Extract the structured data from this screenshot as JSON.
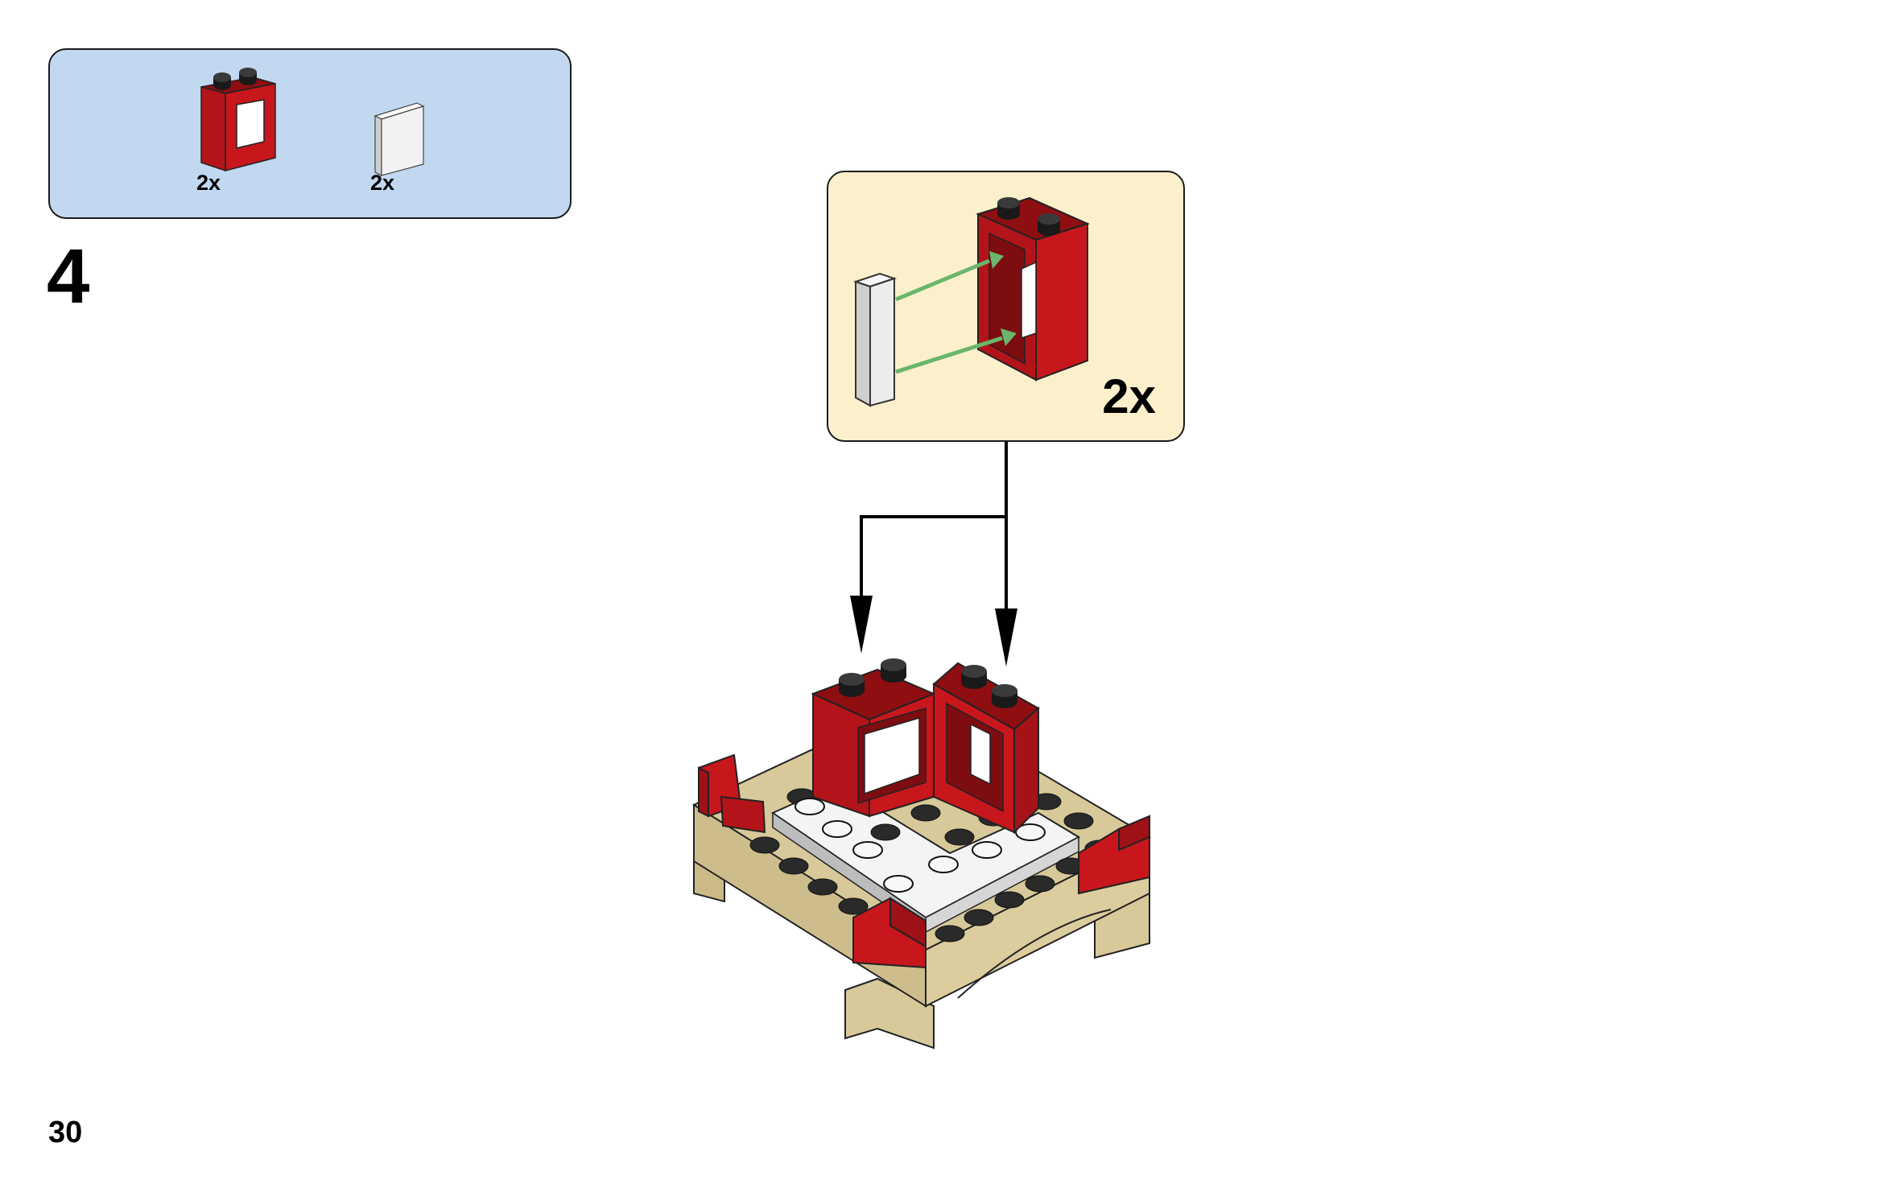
{
  "parts_list": {
    "items": [
      {
        "name": "red-window-frame",
        "quantity": "2x",
        "color": "#c8161d"
      },
      {
        "name": "white-window-glass",
        "quantity": "2x",
        "color": "#e8e8e8"
      }
    ],
    "background": "#c2d8f1"
  },
  "step": {
    "number": "4"
  },
  "subassembly": {
    "quantity": "2x",
    "background": "#fcf0cc",
    "arrow_color": "#6ab66a"
  },
  "colors": {
    "brick_red": "#c8161d",
    "tan": "#d8c99a",
    "white_plate": "#f4f4f4",
    "stud_dark": "#1a1a1a"
  },
  "page": {
    "number": "30"
  }
}
